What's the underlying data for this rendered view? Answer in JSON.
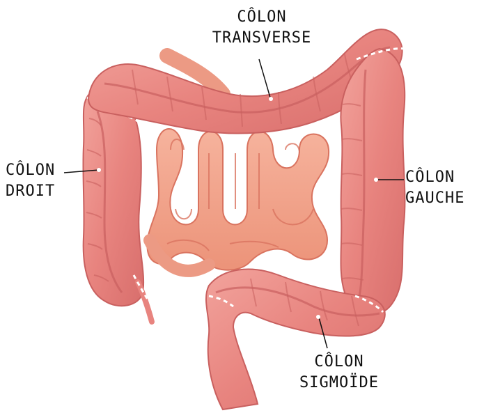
{
  "labels": {
    "transverse": {
      "line1": "CÔLON",
      "line2": "TRANSVERSE"
    },
    "droit": {
      "line1": "CÔLON",
      "line2": "DROIT"
    },
    "gauche": {
      "line1": "CÔLON",
      "line2": "GAUCHE"
    },
    "sigmoide": {
      "line1": "CÔLON",
      "line2": "SIGMOÏDE"
    }
  },
  "colors": {
    "colon": "#e8847f",
    "colon_shadow": "#c9605f",
    "colon_highlight": "#f4aaa2",
    "small_intestine": "#f0a38b",
    "small_intestine_edge": "#d9735f",
    "dashes": "#ffffff",
    "text": "#111111"
  }
}
